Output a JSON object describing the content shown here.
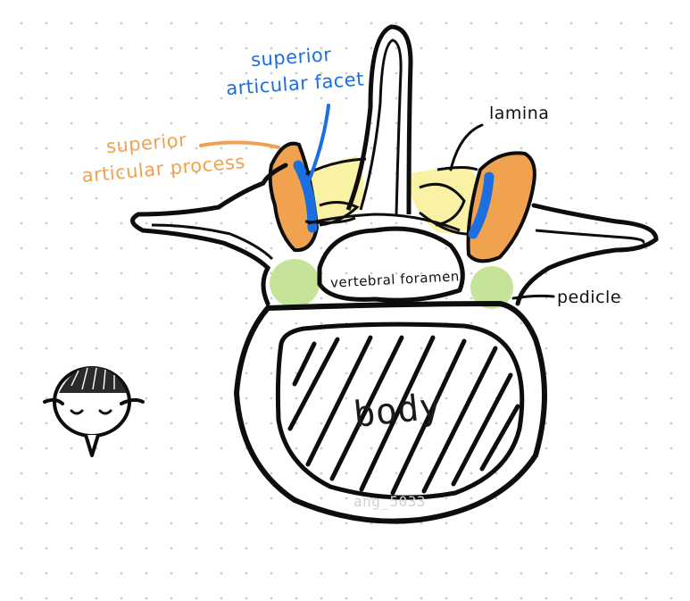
{
  "labels": {
    "superior_articular_facet": [
      "superior",
      "articular facet"
    ],
    "superior_articular_process": [
      "superior",
      "articular process"
    ],
    "lamina": "lamina",
    "pedicle": "pedicle",
    "vertebral_foramen": "vertebral foramen",
    "body": "body"
  },
  "watermark": "ang_5033",
  "colors": {
    "facet": "#1b6fe0",
    "process": "#f0a24e",
    "lamina": "#f9f2a5",
    "pedicle": "#c6e39a",
    "outline": "#0d0d0d"
  }
}
